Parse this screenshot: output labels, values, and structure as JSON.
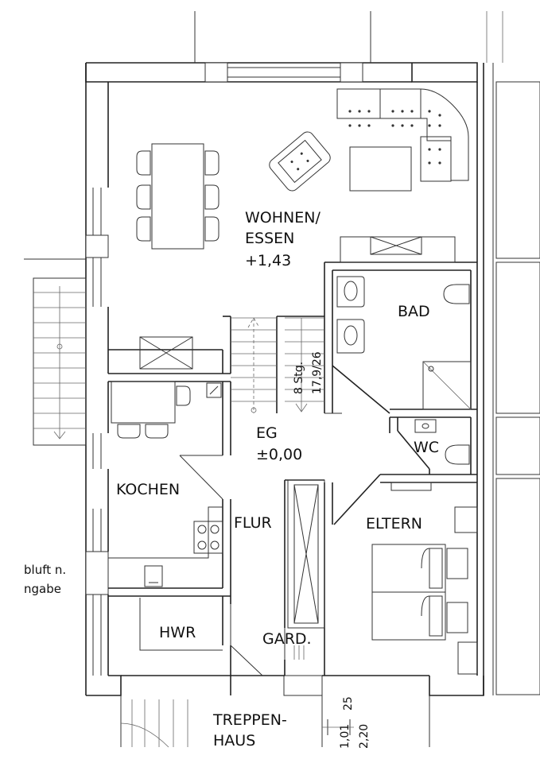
{
  "rooms": {
    "wohnen_line1": "WOHNEN/",
    "wohnen_line2": "ESSEN",
    "wohnen_level": "+1,43",
    "bad": "BAD",
    "wc": "WC",
    "eg": "EG",
    "eg_level": "±0,00",
    "kochen": "KOCHEN",
    "flur": "FLUR",
    "eltern": "ELTERN",
    "hwr": "HWR",
    "gard": "GARD.",
    "treppen_line1": "TREPPEN-",
    "treppen_line2": "HAUS"
  },
  "stair": {
    "steps": "8 Stg.",
    "ratio": "17,9/26"
  },
  "notes": {
    "line1": "bluft n.",
    "line2": "ngabe"
  },
  "dimensions": {
    "d25": "25",
    "d101": "1,01",
    "d220": "2,20"
  }
}
